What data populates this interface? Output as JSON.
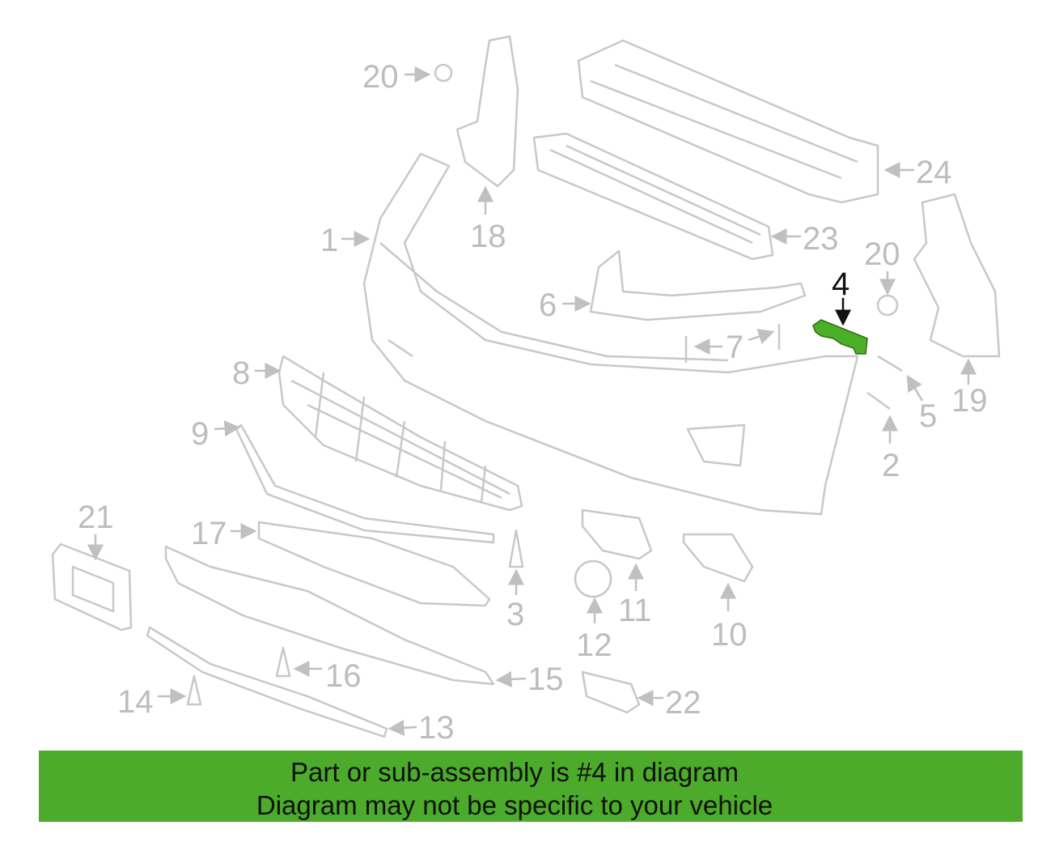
{
  "diagram": {
    "highlight_color": "#4caf28",
    "highlighted_part": "4",
    "labels": {
      "p20a": "20",
      "p24": "24",
      "p18": "18",
      "p1": "1",
      "p23": "23",
      "p20b": "20",
      "p4": "4",
      "p6": "6",
      "p7": "7",
      "p8": "8",
      "p19": "19",
      "p5": "5",
      "p2": "2",
      "p9": "9",
      "p21": "21",
      "p17": "17",
      "p3": "3",
      "p11": "11",
      "p10": "10",
      "p12": "12",
      "p16": "16",
      "p15": "15",
      "p14": "14",
      "p22": "22",
      "p13": "13"
    }
  },
  "banner": {
    "color": "#4cab2b",
    "line1": "Part or sub-assembly is #4 in diagram",
    "line2": "Diagram may not be specific to your vehicle"
  }
}
